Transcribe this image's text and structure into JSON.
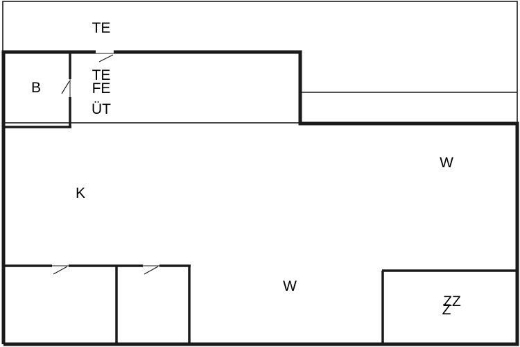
{
  "colors": {
    "wall": "#1a1a1a",
    "line": "#1a1a1a",
    "background": "#ffffff",
    "door": "#ffffff"
  },
  "labels": {
    "terrace": "TE",
    "terrace_inner": "TE",
    "fe": "FE",
    "ut": "ÜT",
    "bathroom": "B",
    "kitchen": "K",
    "living_right": "W",
    "living_bottom": "W",
    "bedroom_zz": "ZZ",
    "bedroom_z": "Z"
  }
}
